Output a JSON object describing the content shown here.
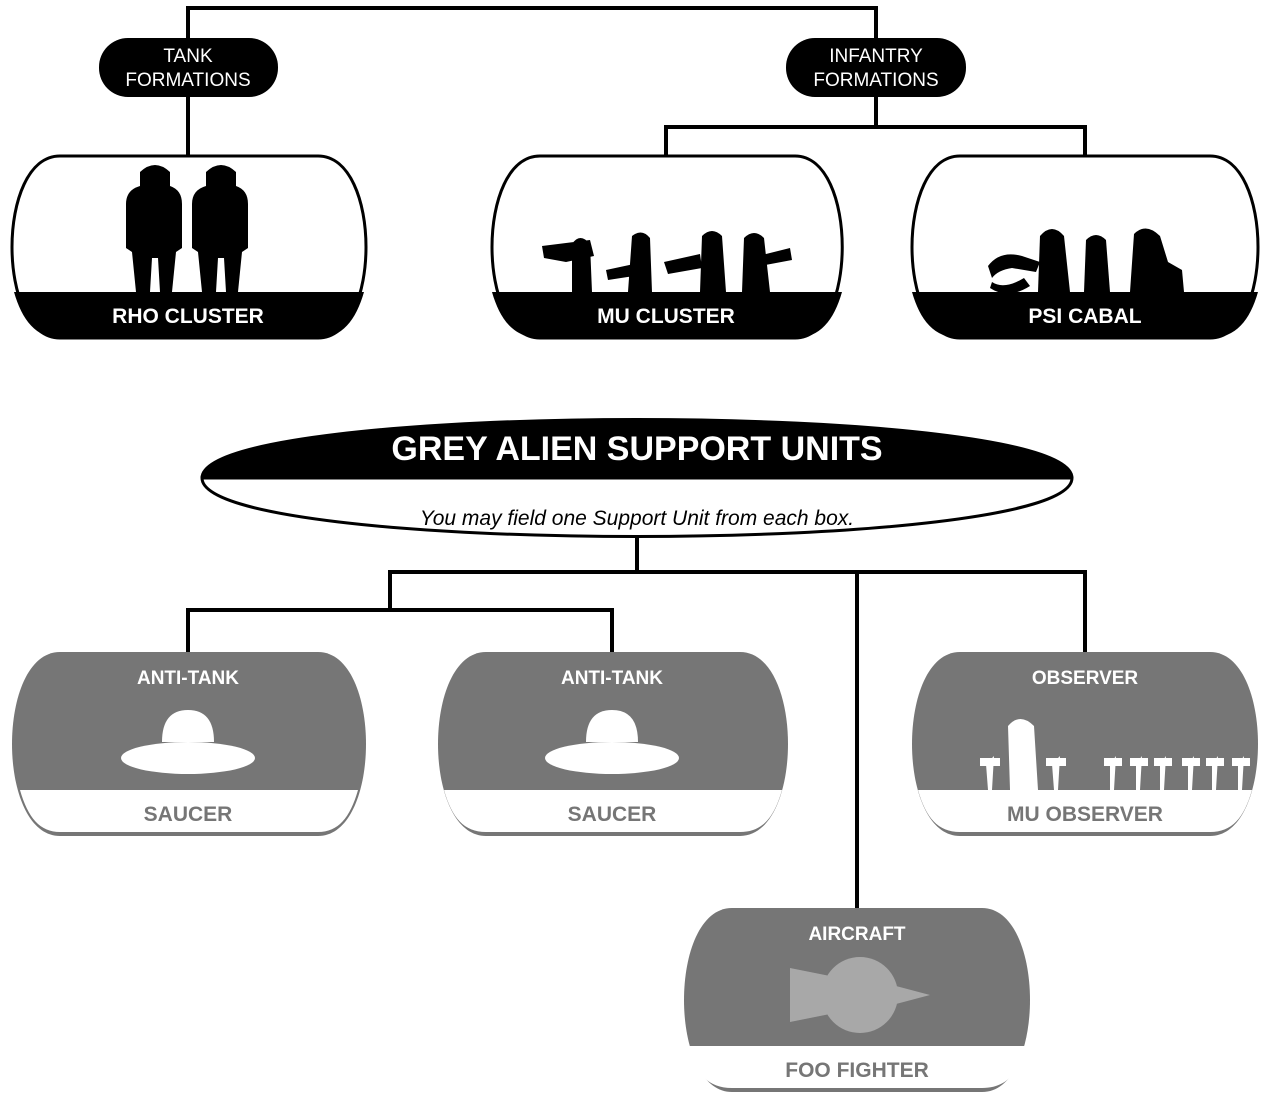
{
  "colors": {
    "formation": "#000000",
    "support": "#767676",
    "support_light": "#d9d9d9",
    "connector": "#000000",
    "background": "#ffffff"
  },
  "formations": {
    "tank_group": {
      "line1": "TANK",
      "line2": "FORMATIONS"
    },
    "infantry_group": {
      "line1": "INFANTRY",
      "line2": "FORMATIONS"
    },
    "rho_cluster": {
      "label": "RHO CLUSTER",
      "icon": "tall-grey-aliens-icon"
    },
    "mu_cluster": {
      "label": "MU CLUSTER",
      "icon": "armed-grey-aliens-icon"
    },
    "psi_cabal": {
      "label": "PSI CABAL",
      "icon": "psychic-aliens-icon"
    }
  },
  "support": {
    "title": "GREY ALIEN SUPPORT UNITS",
    "subtitle": "You may field one Support Unit from each box.",
    "boxes": [
      {
        "category": "ANTI-TANK",
        "unit": "SAUCER",
        "icon": "saucer-icon"
      },
      {
        "category": "ANTI-TANK",
        "unit": "SAUCER",
        "icon": "saucer-icon"
      },
      {
        "category": "OBSERVER",
        "unit": "MU OBSERVER",
        "icon": "observer-icon"
      },
      {
        "category": "AIRCRAFT",
        "unit": "FOO FIGHTER",
        "icon": "foo-fighter-icon"
      }
    ]
  }
}
